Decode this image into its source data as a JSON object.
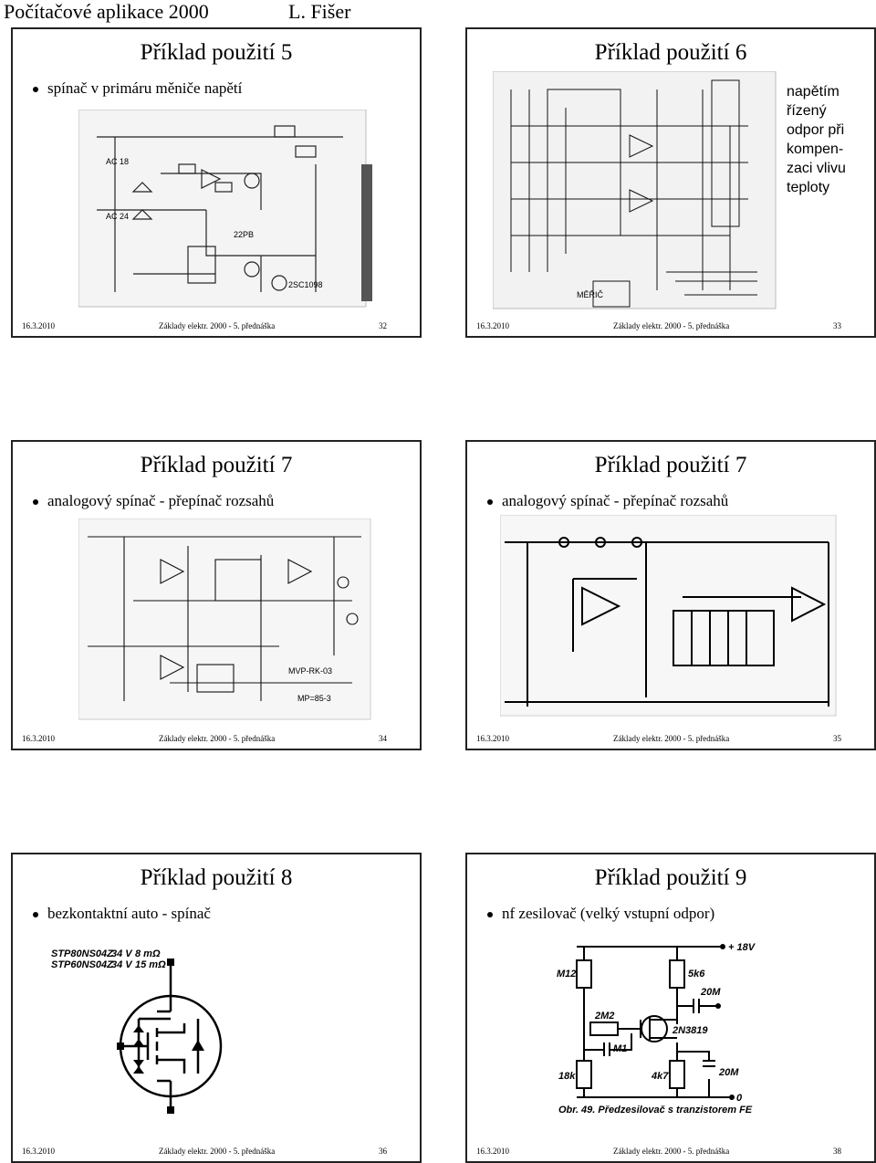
{
  "header": {
    "title": "Počítačové aplikace 2000",
    "author": "L. Fišer"
  },
  "footer_common": {
    "date": "16.3.2010",
    "course": "Základy elektr. 2000 - 5. přednáška"
  },
  "slides": [
    {
      "title": "Příklad použití 5",
      "bullet": "spínač v primáru měniče napětí",
      "number": "32"
    },
    {
      "title": "Příklad použití 6",
      "bullet": "",
      "number": "33",
      "side_note": [
        "napětím",
        "řízený",
        "odpor při",
        "kompen-",
        "zaci vlivu",
        "teploty"
      ]
    },
    {
      "title": "Příklad použití 7",
      "bullet": "analogový spínač - přepínač rozsahů",
      "number": "34"
    },
    {
      "title": "Příklad použití 7",
      "bullet": "analogový spínač - přepínač rozsahů",
      "number": "35"
    },
    {
      "title": "Příklad použití 8",
      "bullet": "bezkontaktní auto - spínač",
      "number": "36",
      "table": [
        {
          "part": "STP80NS04Z",
          "voltage": "34 V",
          "rds": "8 mΩ"
        },
        {
          "part": "STP60NS04Z",
          "voltage": "34 V",
          "rds": "15 mΩ"
        }
      ]
    },
    {
      "title": "Příklad použití 9",
      "bullet": "nf zesilovač (velký vstupní odpor)",
      "number": "38",
      "schematic": {
        "supply": "+ 18V",
        "r_top_left": "M12",
        "r_drain": "5k6",
        "c_out": "20M",
        "r_gate": "2M2",
        "transistor": "2N3819",
        "c_in": "M1",
        "r_bottom_left": "18k",
        "r_source": "4k7",
        "c_source": "20M",
        "ground": "0",
        "caption": "Obr. 49. Předzesilovač s tranzistorem FE"
      }
    }
  ]
}
